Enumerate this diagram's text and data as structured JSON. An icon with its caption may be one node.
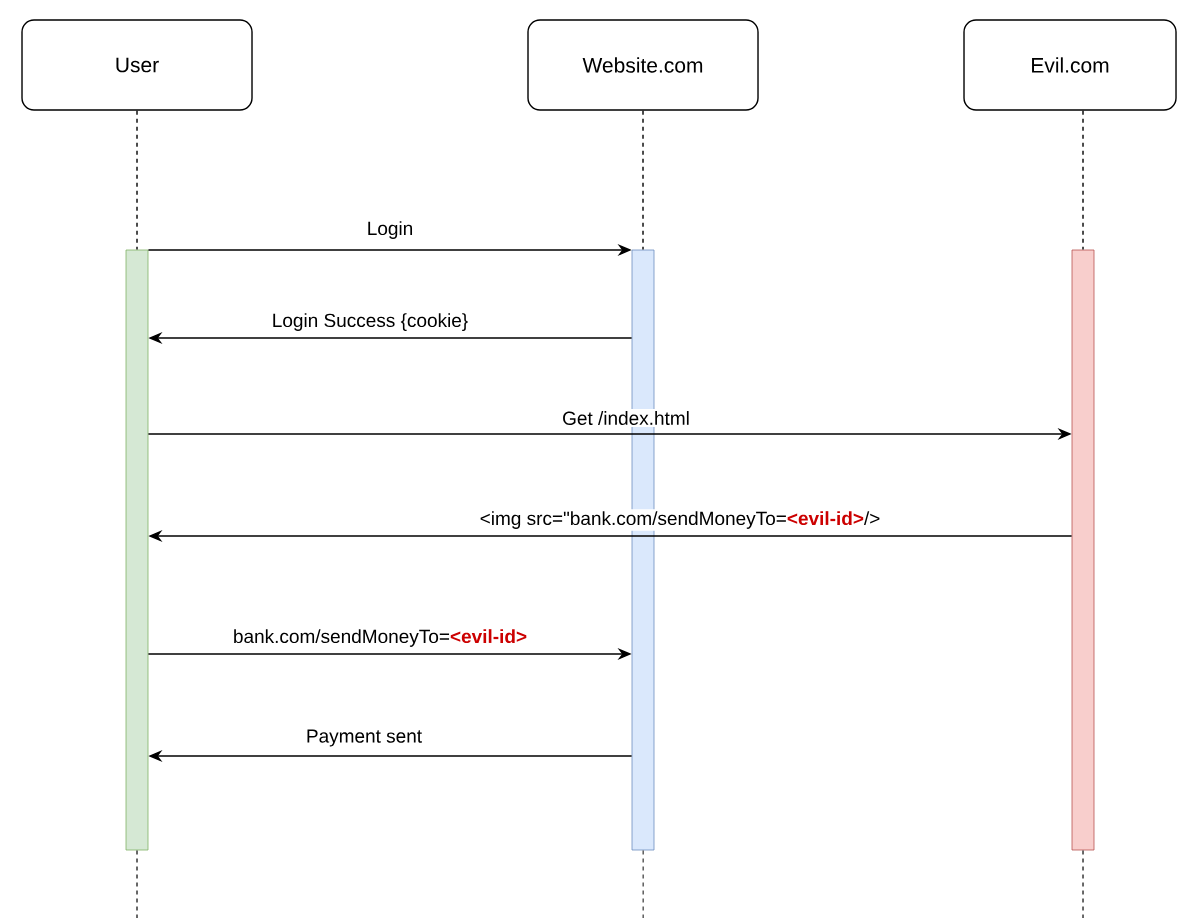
{
  "diagram": {
    "nodes": [
      {
        "text": [
          "User"
        ]
      },
      {
        "text": [
          "Website.com"
        ]
      },
      {
        "text": [
          "Evil.com"
        ]
      },
      {
        "text": [],
        "shape": "bar"
      },
      {
        "text": [],
        "shape": "bar"
      },
      {
        "text": [],
        "shape": "bar"
      }
    ],
    "edges": [
      {
        "from": 0,
        "to": 3,
        "arrow": "none",
        "style": "dashed"
      },
      {
        "from": 1,
        "to": 4,
        "arrow": "none",
        "style": "dashed"
      },
      {
        "from": 2,
        "to": 5,
        "arrow": "none",
        "style": "dashed"
      },
      {
        "from": 3,
        "to": 4,
        "arrow": "to",
        "label": "Login"
      },
      {
        "from": 4,
        "to": 3,
        "arrow": "to",
        "label": "Login Success {cookie}"
      },
      {
        "from": 3,
        "to": 5,
        "arrow": "to",
        "label": "Get /index.html"
      },
      {
        "from": 5,
        "to": 3,
        "arrow": "to",
        "label": "<img src=\"bank.com/sendMoneyTo=**<evil-id>**/>"
      },
      {
        "from": 3,
        "to": 4,
        "arrow": "to",
        "label": "bank.com/sendMoneyTo=**<evil-id>**"
      },
      {
        "from": 4,
        "to": 3,
        "arrow": "to",
        "label": "Payment sent"
      }
    ]
  }
}
